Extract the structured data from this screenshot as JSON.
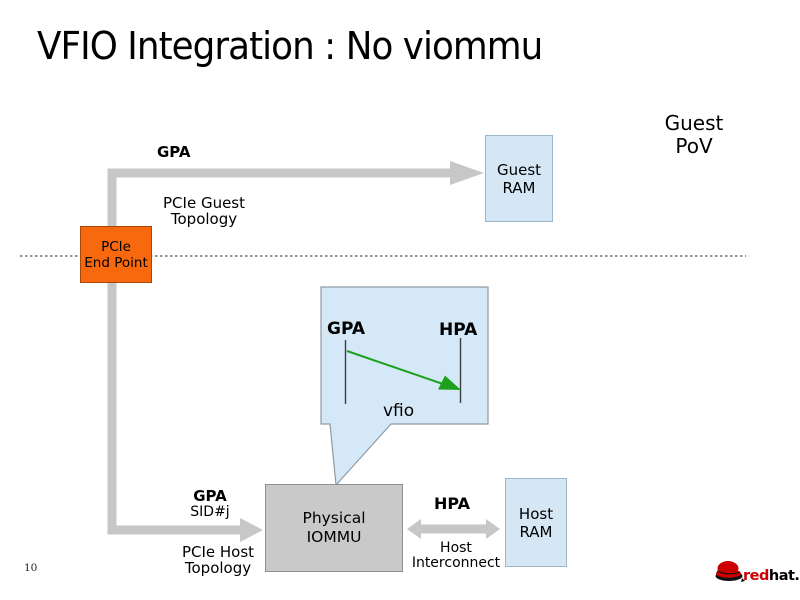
{
  "slide": {
    "title": "VFIO Integration : No viommu",
    "page_number": "10",
    "pov_lines": [
      "Guest",
      "PoV"
    ]
  },
  "labels": {
    "gpa_top": "GPA",
    "pcie_guest_topology": [
      "PCIe Guest",
      "Topology"
    ],
    "gpa_bottom": "GPA",
    "sid": "SID#j",
    "pcie_host_topology": [
      "PCIe Host",
      "Topology"
    ],
    "hpa_right": "HPA",
    "host_interconnect": [
      "Host",
      "Interconnect"
    ],
    "callout": {
      "gpa": "GPA",
      "hpa": "HPA",
      "vfio": "vfio"
    }
  },
  "boxes": {
    "pcie_end_point": {
      "lines": [
        "PCIe",
        "End Point"
      ]
    },
    "guest_ram": {
      "lines": [
        "Guest",
        "RAM"
      ]
    },
    "physical_iommu": {
      "lines": [
        "Physical",
        "IOMMU"
      ]
    },
    "host_ram": {
      "lines": [
        "Host",
        "RAM"
      ]
    }
  },
  "logo": {
    "brand_red": "red",
    "brand_black": "hat."
  },
  "colors": {
    "box_blue": "#d5e7f5",
    "box_blue_border": "#9db7ca",
    "callout_blue": "#d5e8f7",
    "callout_border": "#8f9aa3",
    "orange": "#f8690e",
    "orange_border": "#a84708",
    "gray_fill": "#c9c9c9",
    "gray_border": "#909090",
    "arrow_gray": "#c7c7c7",
    "green": "#1da11d",
    "line_dark": "#3c3c3c",
    "dotted_line": "#555555",
    "brand_red": "#cc0000",
    "text_black": "#000000"
  }
}
